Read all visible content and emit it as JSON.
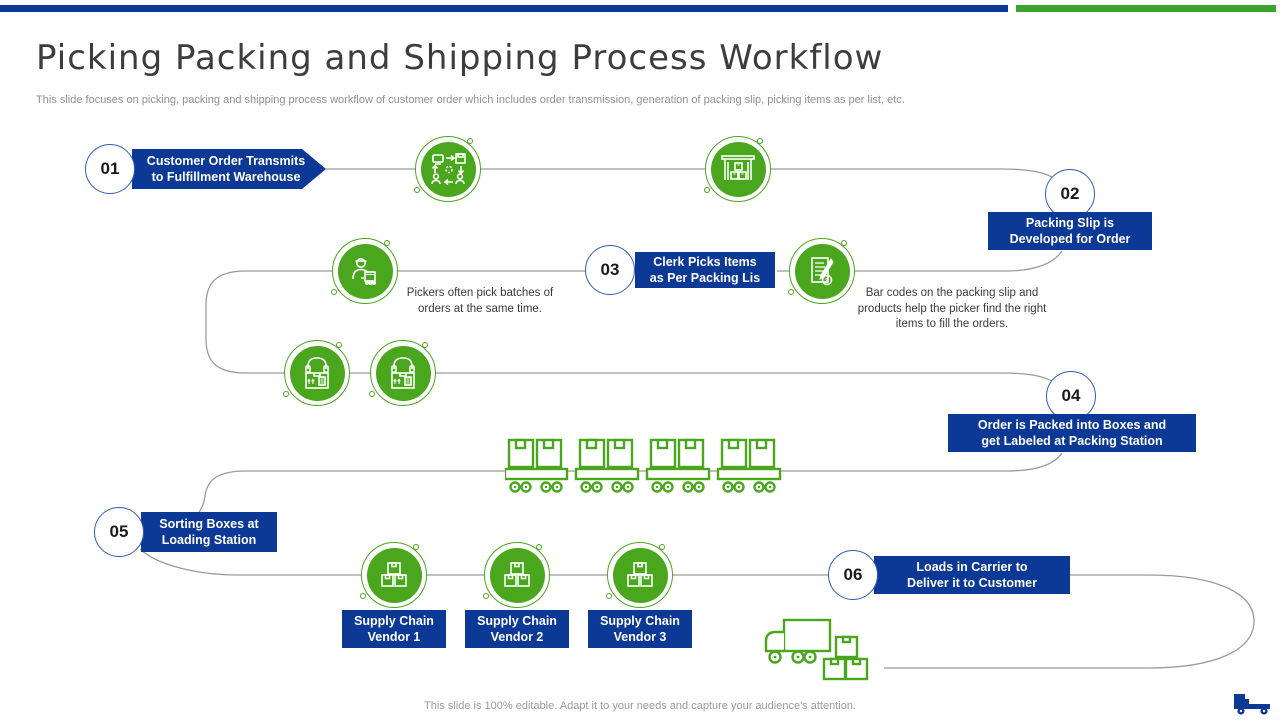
{
  "header": {
    "title": "Picking Packing and Shipping Process Workflow",
    "subtitle": "This slide focuses on picking, packing and shipping process workflow of customer order which includes order transmission, generation of packing slip, picking items as per list, etc."
  },
  "steps": [
    {
      "number": "01",
      "line1": "Customer Order Transmits",
      "line2": "to Fulfillment Warehouse"
    },
    {
      "number": "02",
      "line1": "Packing Slip is",
      "line2": "Developed for Order"
    },
    {
      "number": "03",
      "line1": "Clerk Picks Items",
      "line2": "as Per Packing Lis"
    },
    {
      "number": "04",
      "line1": "Order is Packed into Boxes and",
      "line2": "get Labeled at Packing Station"
    },
    {
      "number": "05",
      "line1": "Sorting Boxes at",
      "line2": "Loading Station"
    },
    {
      "number": "06",
      "line1": "Loads in Carrier to",
      "line2": "Deliver it to Customer"
    }
  ],
  "notes": {
    "pickers": "Pickers often pick batches of orders at the same time.",
    "barcodes": "Bar codes on the packing slip and products help the picker find the right items to fill the orders."
  },
  "vendors": [
    {
      "line1": "Supply Chain",
      "line2": "Vendor 1"
    },
    {
      "line1": "Supply Chain",
      "line2": "Vendor 2"
    },
    {
      "line1": "Supply Chain",
      "line2": "Vendor 3"
    }
  ],
  "footer": {
    "text": "This slide is 100% editable. Adapt it to your needs and capture your audience's attention."
  },
  "icons": {
    "order_transmission": "order-transmission-icon",
    "warehouse": "warehouse-icon",
    "picker": "picker-icon",
    "packing_list": "packing-list-icon",
    "headset_box": "headset-box-icon",
    "vendor_boxes": "vendor-boxes-icon",
    "conveyor": "conveyor-carts-icon",
    "delivery_truck": "delivery-truck-icon",
    "logo_truck": "logo-truck-icon",
    "dollar_glyph": "$"
  },
  "colors": {
    "accent_blue": "#0d3996",
    "accent_green": "#4aa71d",
    "topbar_green": "#3da32f",
    "line_gray": "#9b9b9b",
    "circle_border_blue": "#2f5fb5"
  }
}
